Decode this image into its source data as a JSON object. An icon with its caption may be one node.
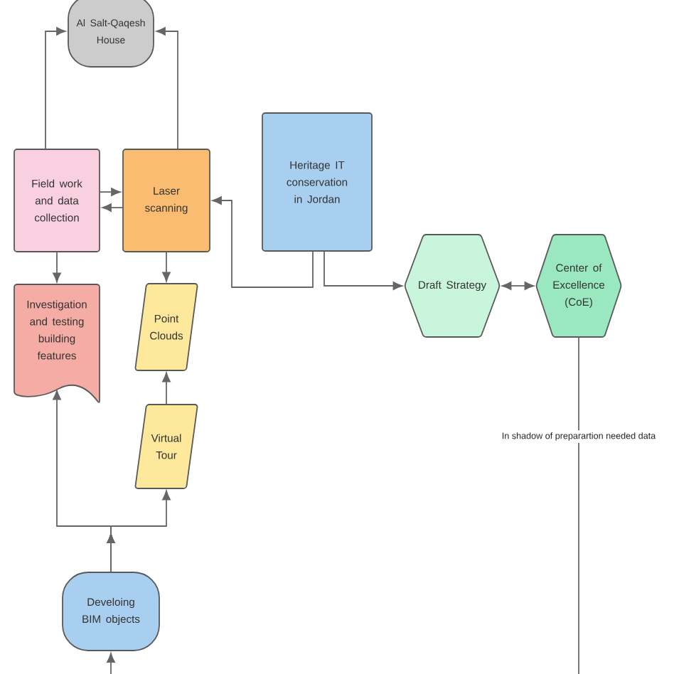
{
  "diagram": {
    "nodes": [
      {
        "text": [
          "Al Salt-Qaqesh House"
        ]
      },
      {
        "text": [
          "Field work and data collection"
        ]
      },
      {
        "text": [
          "Laser scanning"
        ]
      },
      {
        "text": [
          "Heritage IT conservation in Jordan"
        ]
      },
      {
        "text": [
          "Draft Strategy"
        ]
      },
      {
        "text": [
          "Center of Excellence (CoE)"
        ]
      },
      {
        "text": [
          "Investigation and testing building features"
        ]
      },
      {
        "text": [
          "Point Clouds"
        ]
      },
      {
        "text": [
          "Virtual Tour"
        ]
      },
      {
        "text": [
          "Develoing BIM objects"
        ]
      }
    ],
    "edges": [
      {
        "from": 1,
        "to": 0,
        "arrow": "to"
      },
      {
        "from": 2,
        "to": 0,
        "arrow": "to"
      },
      {
        "from": 1,
        "to": 2,
        "arrow": "to"
      },
      {
        "from": 2,
        "to": 1,
        "arrow": "to"
      },
      {
        "from": 3,
        "to": 2,
        "arrow": "to"
      },
      {
        "from": 3,
        "to": 4,
        "arrow": "to"
      },
      {
        "from": 4,
        "to": 5,
        "arrow": "both"
      },
      {
        "from": 1,
        "to": 6,
        "arrow": "to"
      },
      {
        "from": 2,
        "to": 7,
        "arrow": "to"
      },
      {
        "from": 8,
        "to": 7,
        "arrow": "to"
      },
      {
        "from": 9,
        "to": 6,
        "arrow": "to"
      },
      {
        "from": 9,
        "to": 8,
        "arrow": "to"
      },
      {
        "from": null,
        "to": 9,
        "arrow": "to"
      },
      {
        "from": 5,
        "to": null,
        "arrow": "none",
        "label": "In shadow of preparartion needed data"
      }
    ]
  }
}
